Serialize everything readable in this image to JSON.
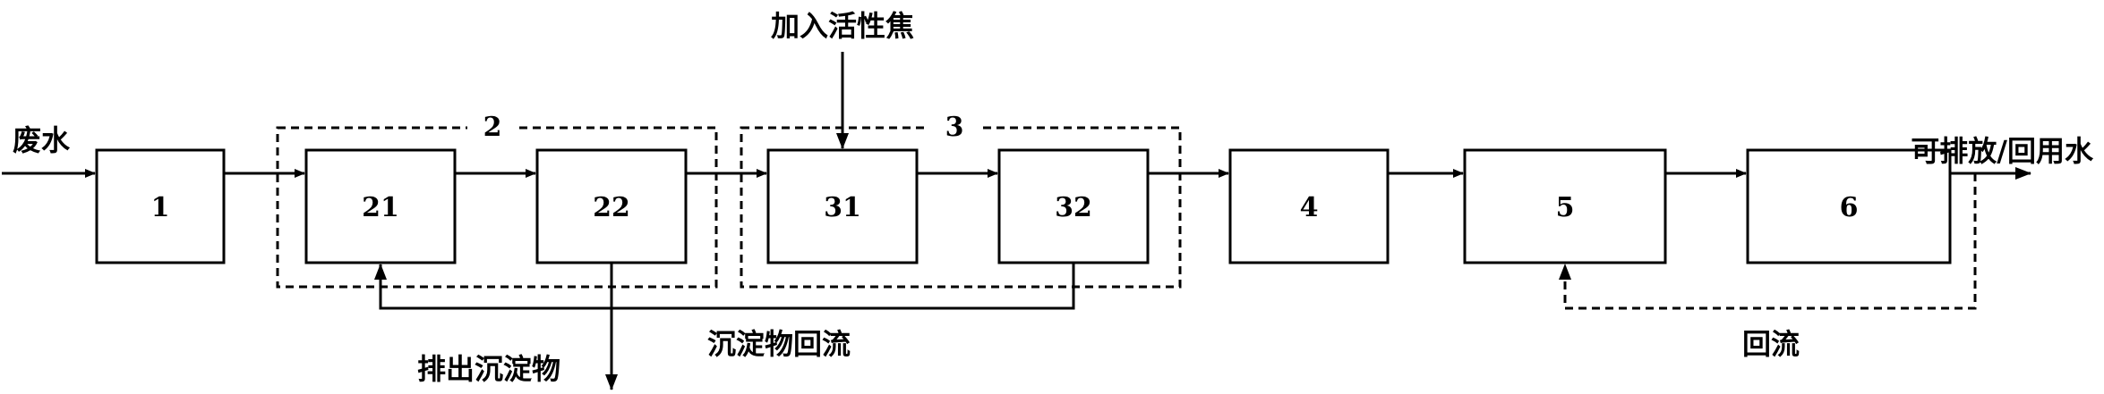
{
  "inputs": {
    "wastewater": "废水",
    "activated_coke": "加入活性焦"
  },
  "output": "可排放/回用水",
  "groups": {
    "g2": "2",
    "g3": "3"
  },
  "units": {
    "u1": "1",
    "u21": "21",
    "u22": "22",
    "u31": "31",
    "u32": "32",
    "u4": "4",
    "u5": "5",
    "u6": "6"
  },
  "labels": {
    "discharge_sediment": "排出沉淀物",
    "sediment_return": "沉淀物回流",
    "return_flow": "回流"
  }
}
